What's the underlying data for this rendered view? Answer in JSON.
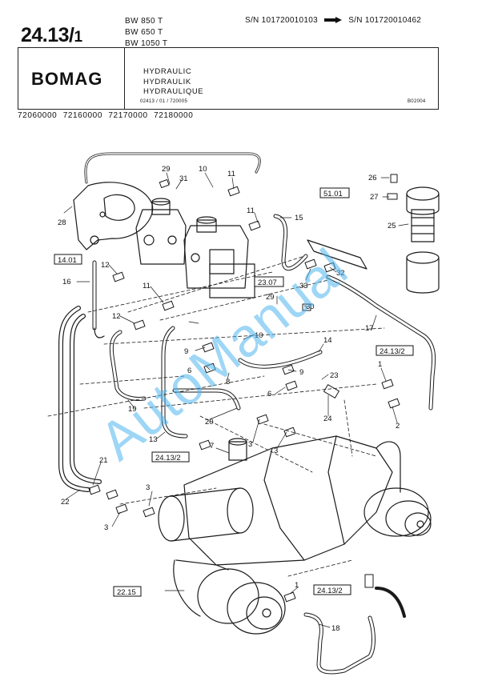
{
  "header": {
    "page_number": "24.13/",
    "page_sub": "1",
    "models": [
      "BW 850 T",
      "BW 650 T",
      "BW 1050 T"
    ],
    "serial_from": "S/N 101720010103",
    "serial_to": "S/N 101720010462",
    "logo": "BOMAG",
    "titles": [
      "HYDRAULIC",
      "HYDRAULIK",
      "HYDRAULIQUE"
    ],
    "doc_ref": "02413 / 01 / 720005",
    "code_right": "B02004",
    "part_codes": [
      "72060000",
      "72160000",
      "72170000",
      "72180000"
    ]
  },
  "diagram": {
    "ref_boxes": [
      "14.01",
      "23.07",
      "51.01",
      "24.13/2",
      "24.13/2",
      "22.15",
      "24.13/2"
    ],
    "callouts": [
      "29",
      "31",
      "10",
      "11",
      "28",
      "11",
      "15",
      "26",
      "27",
      "25",
      "12",
      "16",
      "11",
      "12",
      "33",
      "32",
      "30",
      "29",
      "9",
      "10",
      "6",
      "8",
      "7",
      "14",
      "9",
      "17",
      "1",
      "23",
      "6",
      "19",
      "24",
      "2",
      "20",
      "13",
      "3",
      "3",
      "21",
      "3",
      "22",
      "3",
      "1",
      "18"
    ]
  },
  "watermark": "AutoManual"
}
